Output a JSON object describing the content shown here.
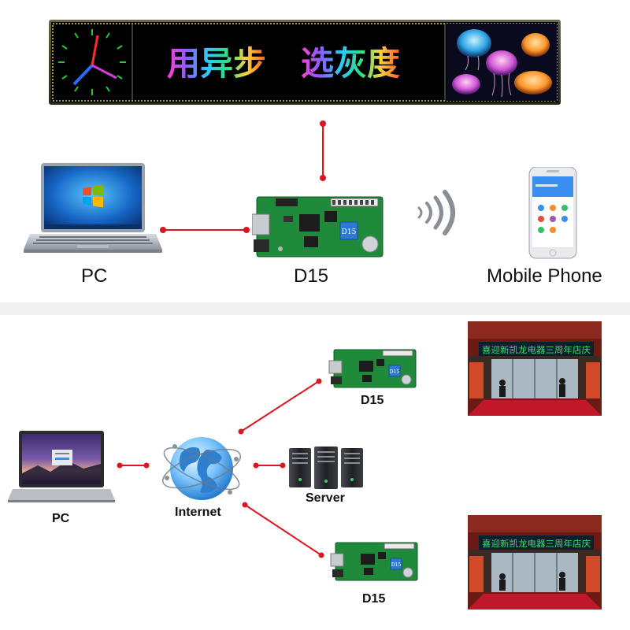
{
  "led_sign": {
    "text_left": "用异步",
    "text_right": "选灰度",
    "scene": "jellyfish"
  },
  "top": {
    "pc_label": "PC",
    "controller_label": "D15",
    "controller_chip_text": "D15",
    "phone_label": "Mobile Phone"
  },
  "bottom": {
    "pc_label": "PC",
    "internet_label": "Internet",
    "server_label": "Server",
    "controller_top_label": "D15",
    "controller_bottom_label": "D15",
    "controller_chip_text": "D15",
    "storefront_banner": "喜迎新凯龙电器三周年店庆"
  },
  "colors": {
    "link": "#e0141e",
    "sign_frame": "#4a4a2c",
    "pcb_green": "#1f8a3a"
  },
  "icons": [
    "clock-icon",
    "wifi-signal-icon",
    "windows-logo-icon",
    "globe-icon"
  ]
}
